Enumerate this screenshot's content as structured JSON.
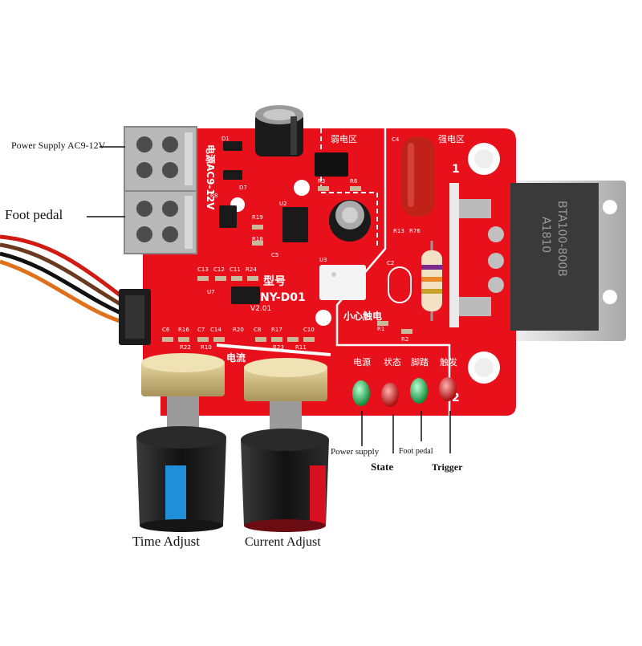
{
  "labels": {
    "power_supply_input": "Power Supply AC9-12V",
    "foot_pedal_input": "Foot pedal",
    "time_adjust": "Time Adjust",
    "current_adjust": "Current Adjust",
    "led_power_supply": "Power supply",
    "led_state": "State",
    "led_foot_pedal": "Foot pedal",
    "led_trigger": "Trigger"
  },
  "board": {
    "model_label": "型号",
    "model": "NY-D01",
    "version": "V2.01",
    "weak_zone": "弱电区",
    "strong_zone": "强电区",
    "power_label": "电源AC9-12V",
    "small_shock": "小心触电",
    "current_label": "电流",
    "led_labels_cn": [
      "电源",
      "状态",
      "脚踏",
      "触发"
    ],
    "mount_1": "1",
    "mount_2": "2",
    "thyristor_marking_1": "BTA100-800B",
    "thyristor_marking_2": "A1810",
    "component_refs": [
      "D1",
      "D7",
      "C13",
      "C12",
      "C11",
      "R24",
      "U2",
      "U3",
      "R19",
      "R18",
      "C5",
      "R8",
      "U7",
      "R3",
      "R6",
      "C4",
      "R13",
      "R76",
      "C2",
      "C6",
      "R16",
      "C7",
      "C14",
      "R20",
      "C8",
      "R17",
      "C10",
      "R22",
      "R10",
      "R23",
      "R11",
      "R1",
      "R2"
    ]
  },
  "colors": {
    "pcb": "#e8101a",
    "silkscreen": "#ffffff",
    "terminal": "#b8b8b8",
    "heatsink": "#d4d4d4",
    "led_green": "#22c05a",
    "led_red": "#e51515",
    "knob_blue": "#1e8fd8",
    "knob_red": "#d81020"
  }
}
